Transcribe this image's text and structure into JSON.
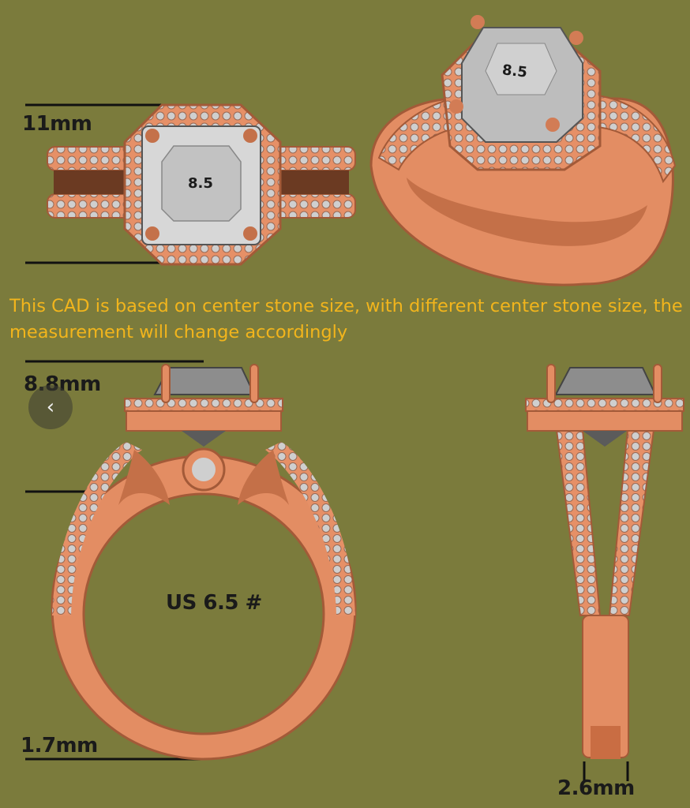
{
  "colors": {
    "background": "#7b7b3c",
    "metal": "#e69067",
    "metal_dark": "#a35a38",
    "stone": "#cfcfcf",
    "note_text": "#f2b51c"
  },
  "measurements": {
    "head_width": "11mm",
    "head_height": "8.8mm",
    "shank_thickness": "1.7mm",
    "shank_width": "2.6mm",
    "ring_size": "US 6.5 #"
  },
  "stone_size_top": "8.5",
  "stone_size_angle": "8.5",
  "note": "This CAD is based on center stone size, with different center stone size, the measurement will change accordingly",
  "nav": {
    "prev_icon": "chevron-left-icon",
    "prev_glyph": "‹"
  }
}
